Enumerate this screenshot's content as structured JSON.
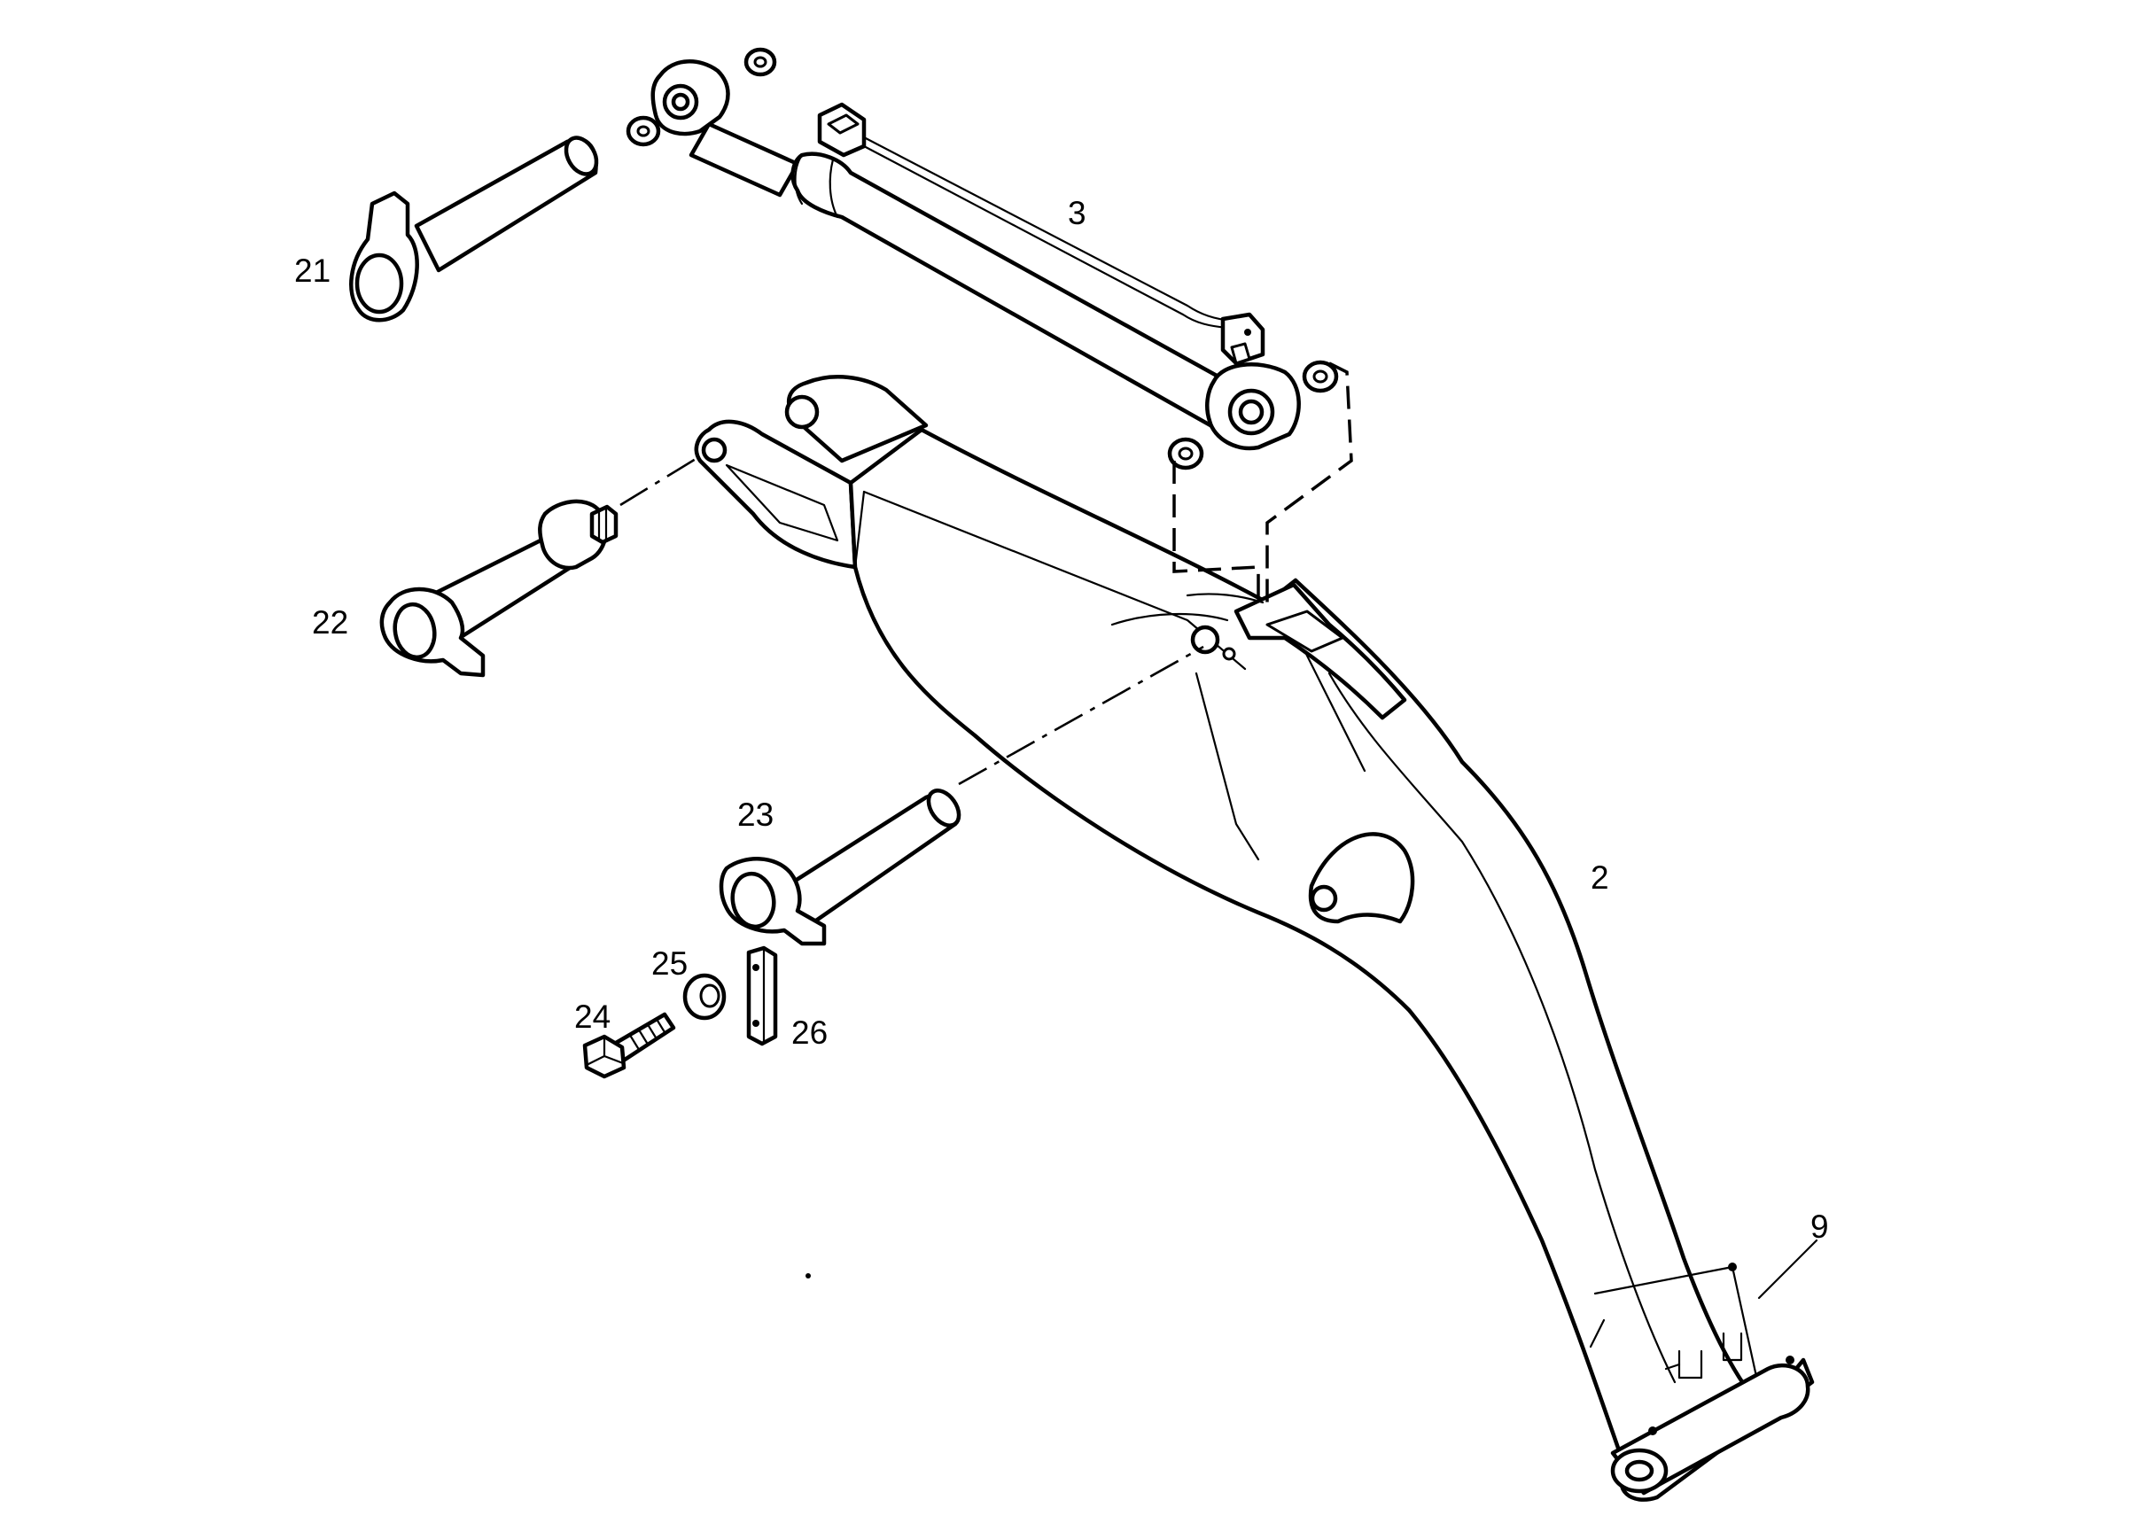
{
  "labels": {
    "boom": "2",
    "cylinder": "3",
    "pin_strip": "9",
    "pin_21": "21",
    "pin_22": "22",
    "pin_23": "23",
    "bolt": "24",
    "washer": "25",
    "plate": "26"
  }
}
